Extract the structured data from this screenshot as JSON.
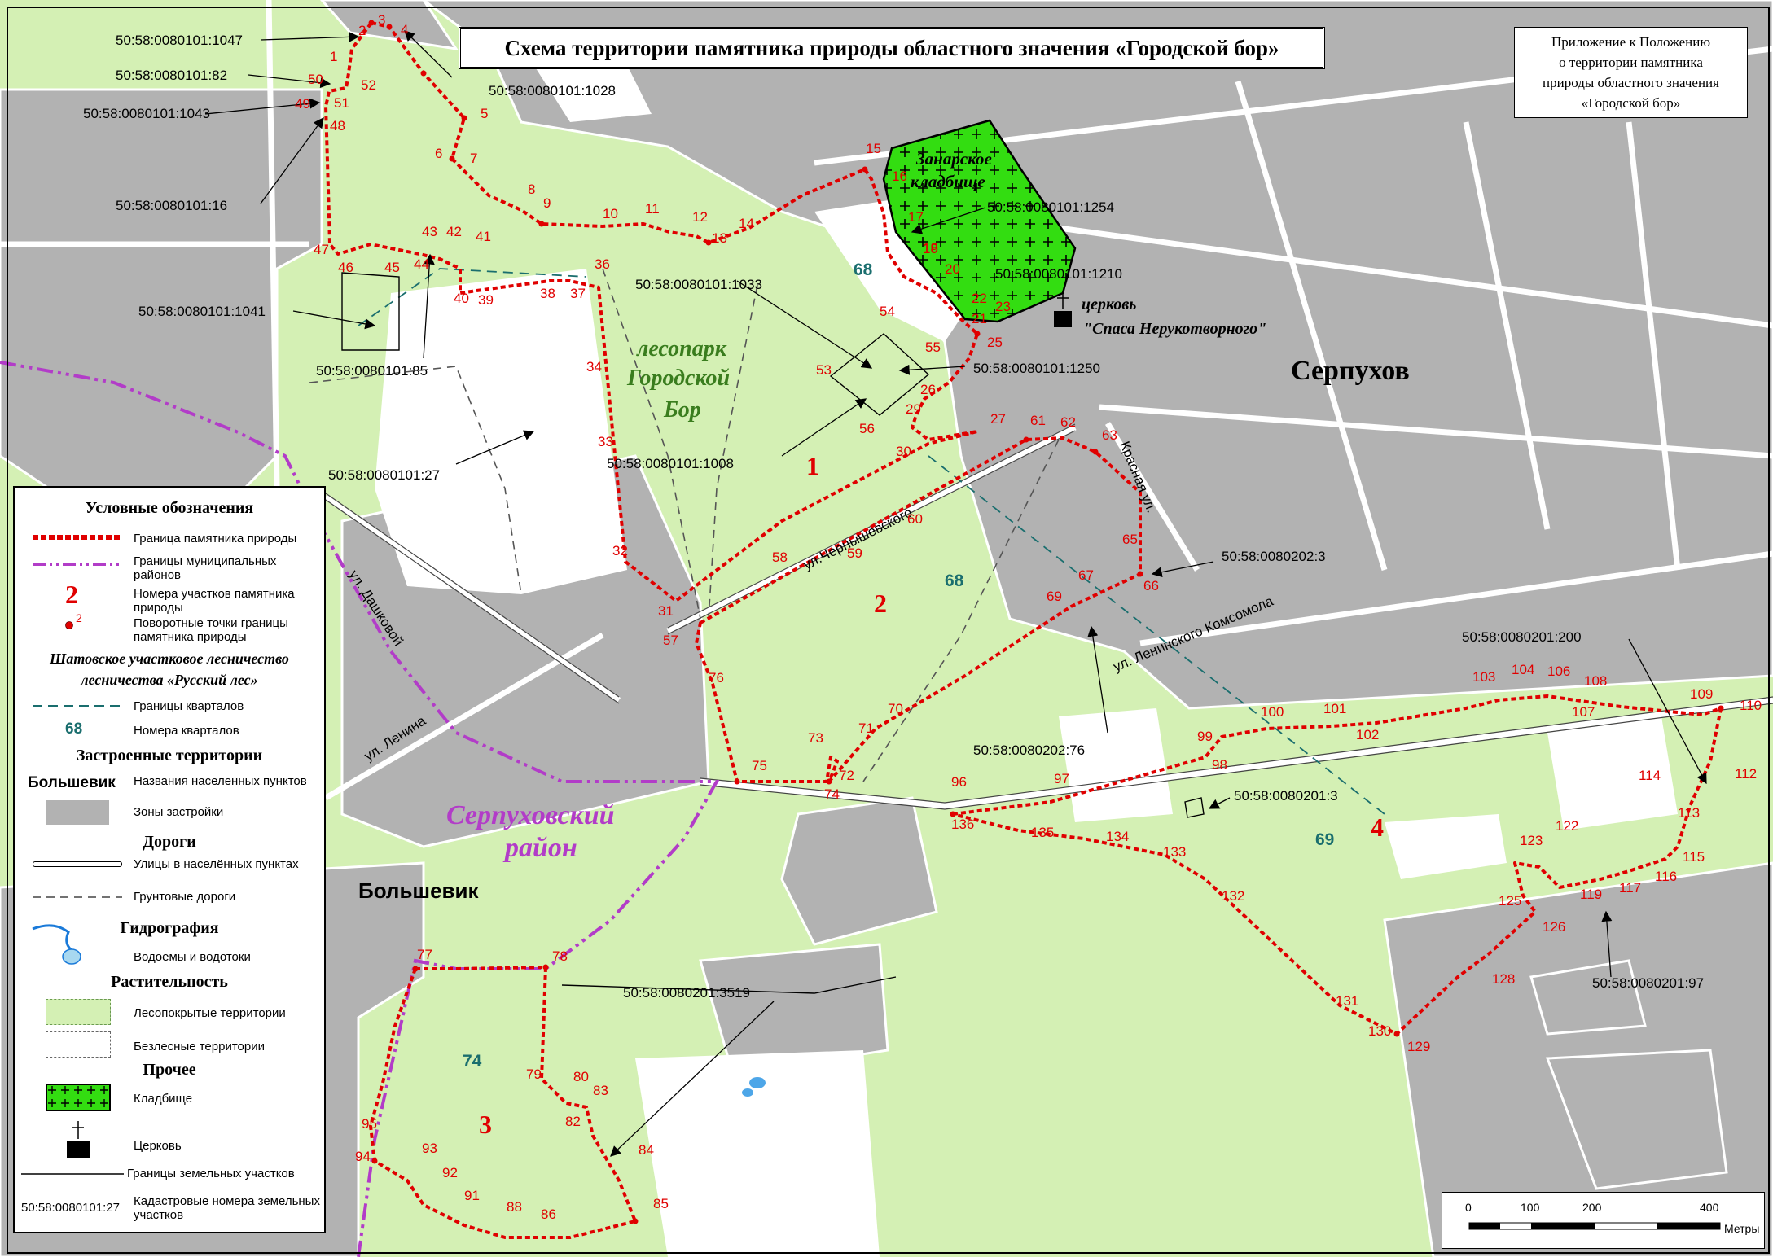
{
  "title": "Схема территории памятника природы областного значения «Городской бор»",
  "appendix": [
    "Приложение к Положению",
    "о территории памятника",
    "природы областного значения",
    "«Городской бор»"
  ],
  "place_labels": {
    "serpukhov": "Серпухов",
    "bolshevik": "Большевик",
    "serpukhov_district_1": "Серпуховский",
    "serpukhov_district_2": "район",
    "forestpark_1": "лесопарк",
    "forestpark_2": "Городской",
    "forestpark_3": "Бор",
    "cemetery_1": "Занарское",
    "cemetery_2": "кладбище",
    "church_1": "церковь",
    "church_2": "\"Спаса Нерукотворного\""
  },
  "streets": {
    "chernyshevskogo": "ул.Чернышевского",
    "krasnaya": "Красная ул.",
    "leninskogo": "ул. Ленинского Комсомола",
    "dashkovoy": "ул. Дашковой",
    "lenina": "ул. Ленина"
  },
  "site_numbers": [
    "1",
    "2",
    "3",
    "4"
  ],
  "quarter_numbers": [
    "68",
    "68",
    "69",
    "74"
  ],
  "cadastral": {
    "c1047": "50:58:0080101:1047",
    "c82": "50:58:0080101:82",
    "c1043": "50:58:0080101:1043",
    "c16": "50:58:0080101:16",
    "c1028": "50:58:0080101:1028",
    "c1041": "50:58:0080101:1041",
    "c85": "50:58:0080101:85",
    "c27": "50:58:0080101:27",
    "c1033": "50:58:0080101:1033",
    "c1254": "50:58:0080101:1254",
    "c1210": "50:58:0080101:1210",
    "c1250": "50:58:0080101:1250",
    "c1008": "50:58:0080101:1008",
    "c202_3": "50:58:0080202:3",
    "c202_76": "50:58:0080202:76",
    "c201_200": "50:58:0080201:200",
    "c201_3": "50:58:0080201:3",
    "c201_3519": "50:58:0080201:3519",
    "c201_97": "50:58:0080201:97"
  },
  "legend": {
    "heading": "Условные обозначения",
    "boundary": "Граница памятника природы",
    "municipal": "Границы муниципальных районов",
    "site_num_sample": "2",
    "site_num": "Номера участков памятника природы",
    "turn_sample": "2",
    "turn_points": "Поворотные точки границы памятника природы",
    "forestry_1": "Шатовское участковое лесничество",
    "forestry_2": "лесничества «Русский лес»",
    "quarters": "Границы кварталов",
    "quarter_sample": "68",
    "quarter_num": "Номера кварталов",
    "built_heading": "Застроенные территории",
    "settlement_sample": "Большевик",
    "settlement_names": "Названия населенных пунктов",
    "built_zones": "Зоны застройки",
    "roads_heading": "Дороги",
    "streets": "Улицы в населённых пунктах",
    "dirt_roads": "Грунтовые дороги",
    "hydro_heading": "Гидрография",
    "water": "Водоемы и водотоки",
    "veg_heading": "Растительность",
    "forest": "Лесопокрытые территории",
    "nonforest": "Безлесные территории",
    "other_heading": "Прочее",
    "cemetery": "Кладбище",
    "church": "Церковь",
    "land_boundaries": "Границы земельных участков",
    "cad_sample": "50:58:0080101:27",
    "cad_numbers": "Кадастровые номера земельных участков"
  },
  "scale": {
    "ticks": [
      "0",
      "100",
      "200",
      "400"
    ],
    "unit": "Метры"
  },
  "colors": {
    "forest": "#d4f0b4",
    "built": "#b2b2b2",
    "boundary": "#e00000",
    "municipal": "#b23cc8",
    "cemetery": "#33dd11",
    "quarter": "#1a6e6e",
    "water": "#4da6e8"
  }
}
